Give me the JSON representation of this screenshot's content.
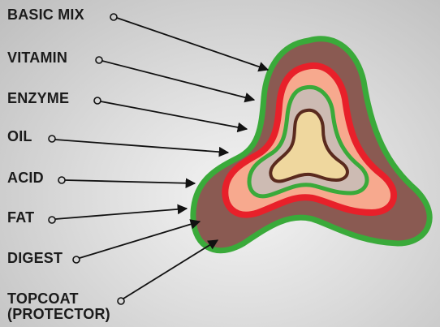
{
  "diagram": {
    "labels": [
      {
        "id": "basic-mix",
        "text": "BASIC MIX"
      },
      {
        "id": "vitamin",
        "text": "VITAMIN"
      },
      {
        "id": "enzyme",
        "text": "ENZYME"
      },
      {
        "id": "oil",
        "text": "OIL"
      },
      {
        "id": "acid",
        "text": "ACID"
      },
      {
        "id": "fat",
        "text": "FAT"
      },
      {
        "id": "digest",
        "text": "DIGEST"
      },
      {
        "id": "topcoat",
        "text": "TOPCOAT",
        "subtext": "(PROTECTOR)"
      }
    ],
    "colors": {
      "outer_green": "#3aaa3a",
      "brown_body": "#8a5a52",
      "red_ring": "#e8202a",
      "peach_layer": "#f7a98e",
      "inner_green": "#3aaa3a",
      "lilac_layer": "#cdbbb3",
      "core_outline": "#5a2a1e",
      "core_fill": "#efd79e",
      "arrow": "#111111"
    }
  }
}
